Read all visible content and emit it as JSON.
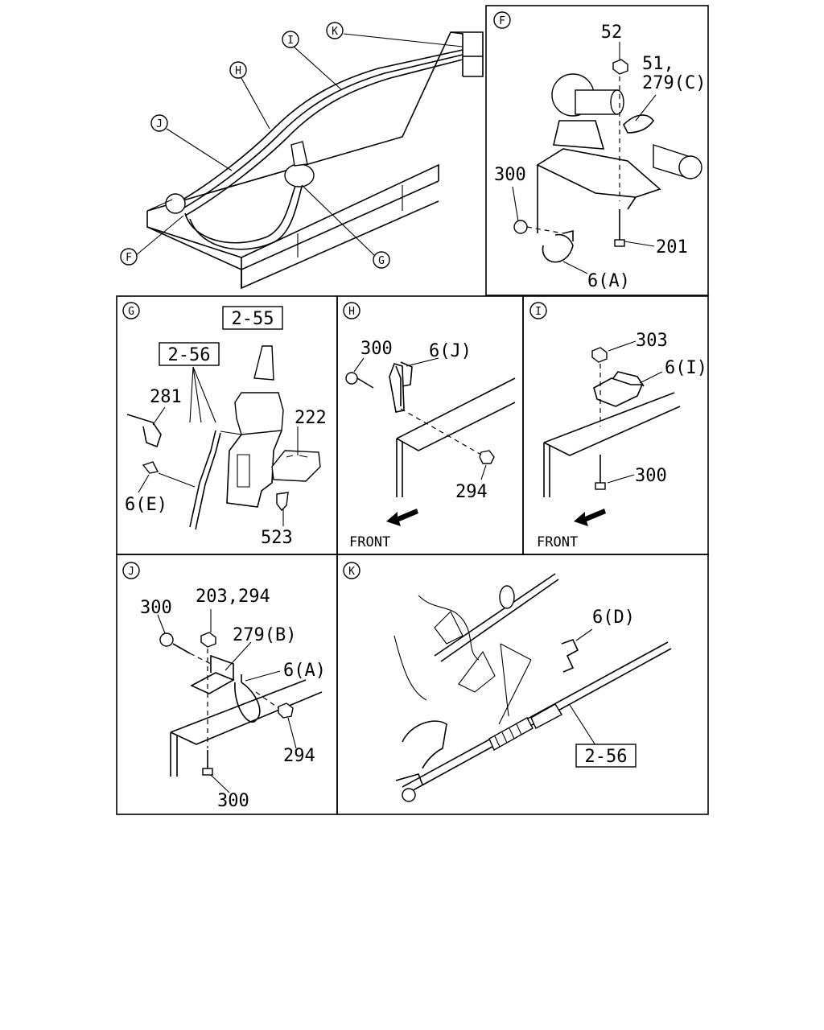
{
  "views": {
    "overview": {
      "callouts": [
        "K",
        "I",
        "H",
        "J",
        "F",
        "G"
      ]
    },
    "F": {
      "letter": "F",
      "parts": [
        "52",
        "51,",
        "279(C)",
        "300",
        "201",
        "6(A)"
      ]
    },
    "G": {
      "letter": "G",
      "boxed": [
        "2-55",
        "2-56"
      ],
      "parts": [
        "281",
        "222",
        "6(E)",
        "523"
      ]
    },
    "H": {
      "letter": "H",
      "parts": [
        "300",
        "6(J)",
        "294"
      ],
      "front": "FRONT"
    },
    "I": {
      "letter": "I",
      "parts": [
        "303",
        "6(I)",
        "300"
      ],
      "front": "FRONT"
    },
    "J": {
      "letter": "J",
      "parts": [
        "300",
        "203,294",
        "279(B)",
        "6(A)",
        "294",
        "300"
      ]
    },
    "K": {
      "letter": "K",
      "parts": [
        "6(D)"
      ],
      "boxed": [
        "2-56"
      ]
    }
  }
}
